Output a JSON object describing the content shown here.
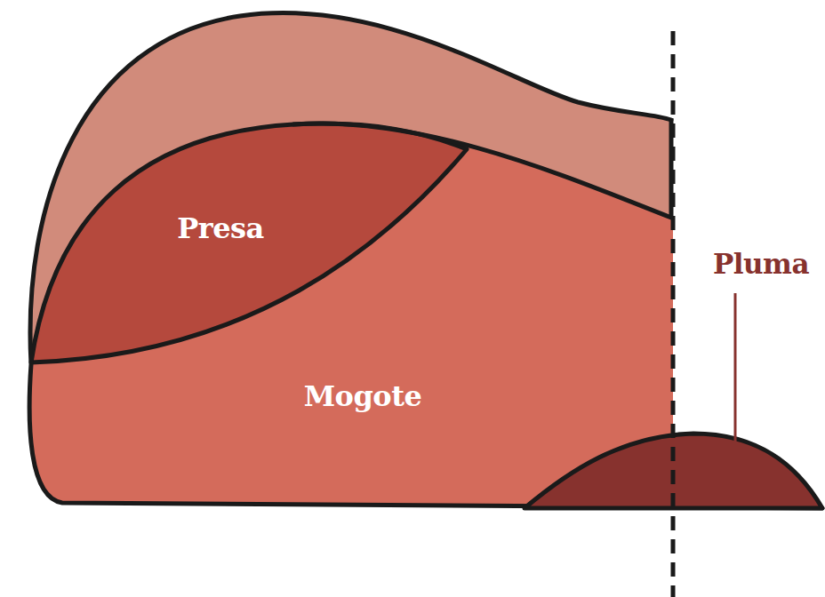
{
  "diagram": {
    "nodes": [
      {
        "text": [
          "Presa"
        ]
      },
      {
        "text": [
          "Mogote"
        ]
      },
      {
        "text": [
          "Pluma"
        ]
      }
    ]
  }
}
